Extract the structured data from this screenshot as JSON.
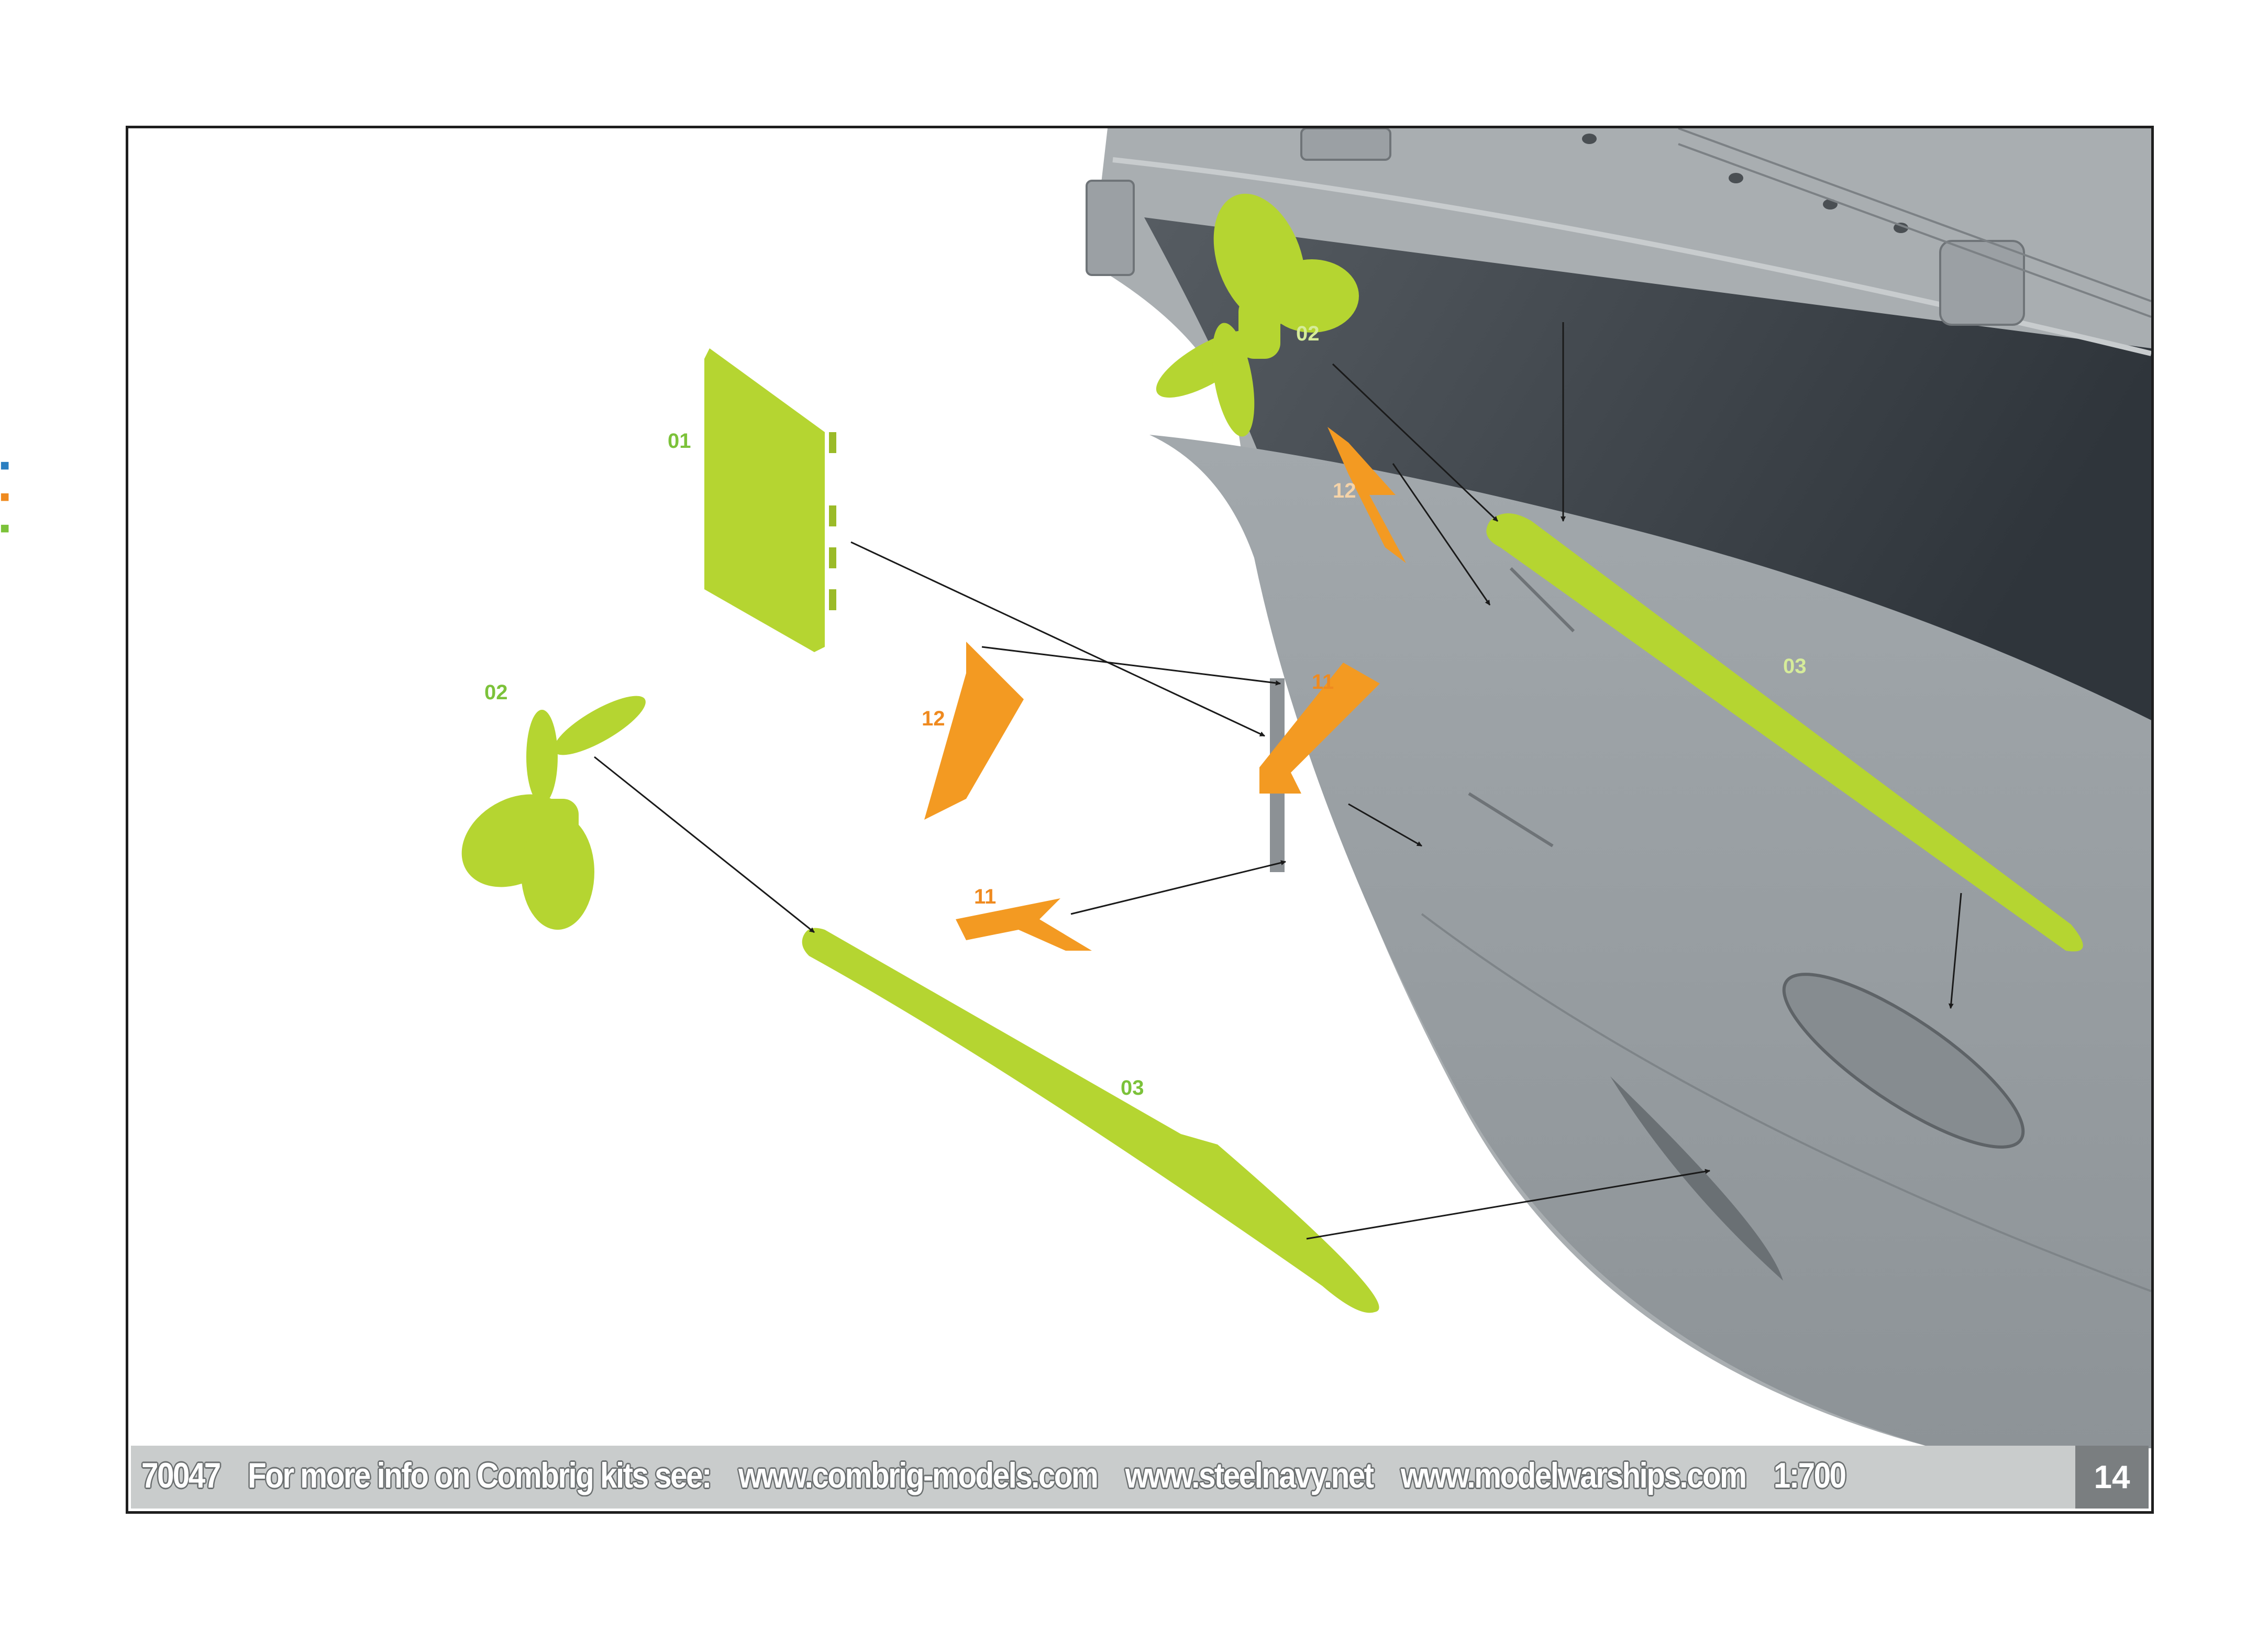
{
  "footer": {
    "kit_number": "70047",
    "info_text": "For more info on Combrig kits see:",
    "site_1": "www.combrig-models.com",
    "site_2": "www.steelnavy.net",
    "site_3": "www.modelwarships.com",
    "scale": "1:700"
  },
  "page_number": "14",
  "part_labels": {
    "p01": "01",
    "p02_left": "02",
    "p02_right": "02",
    "p03_left": "03",
    "p03_right": "03",
    "p11_center": "11",
    "p11_lower": "11",
    "p12_center": "12",
    "p12_upper": "12"
  },
  "colors": {
    "part_green": "#b5d531",
    "part_orange": "#f39a22",
    "label_green": "#7cc23a",
    "label_orange": "#ef8a1f",
    "hull_gray": "#959b9f",
    "hull_dark": "#3f454b"
  }
}
